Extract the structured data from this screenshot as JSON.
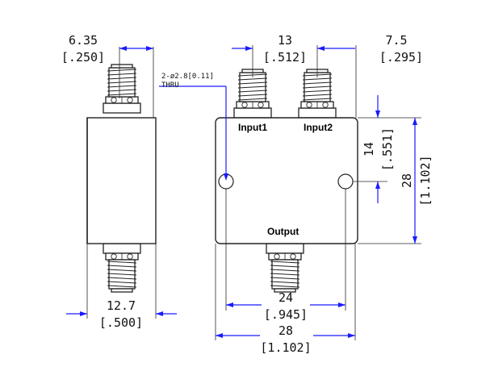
{
  "dimensions": {
    "side_conn_width": {
      "mm": "6.35",
      "inch": "[.250]"
    },
    "side_body_width": {
      "mm": "12.7",
      "inch": "[.500]"
    },
    "input_spacing": {
      "mm": "13",
      "inch": "[.512]"
    },
    "edge_offset": {
      "mm": "7.5",
      "inch": "[.295]"
    },
    "half_height": {
      "mm": "14",
      "inch": "[.551]"
    },
    "total_height": {
      "mm": "28",
      "inch": "[1.102]"
    },
    "hole_spacing": {
      "mm": "24",
      "inch": "[.945]"
    },
    "total_width": {
      "mm": "28",
      "inch": "[1.102]"
    }
  },
  "hole_note": {
    "line1": "2-ø2.8[0.11]",
    "line2": "THRU"
  },
  "ports": {
    "input1": "Input1",
    "input2": "Input2",
    "output": "Output"
  }
}
